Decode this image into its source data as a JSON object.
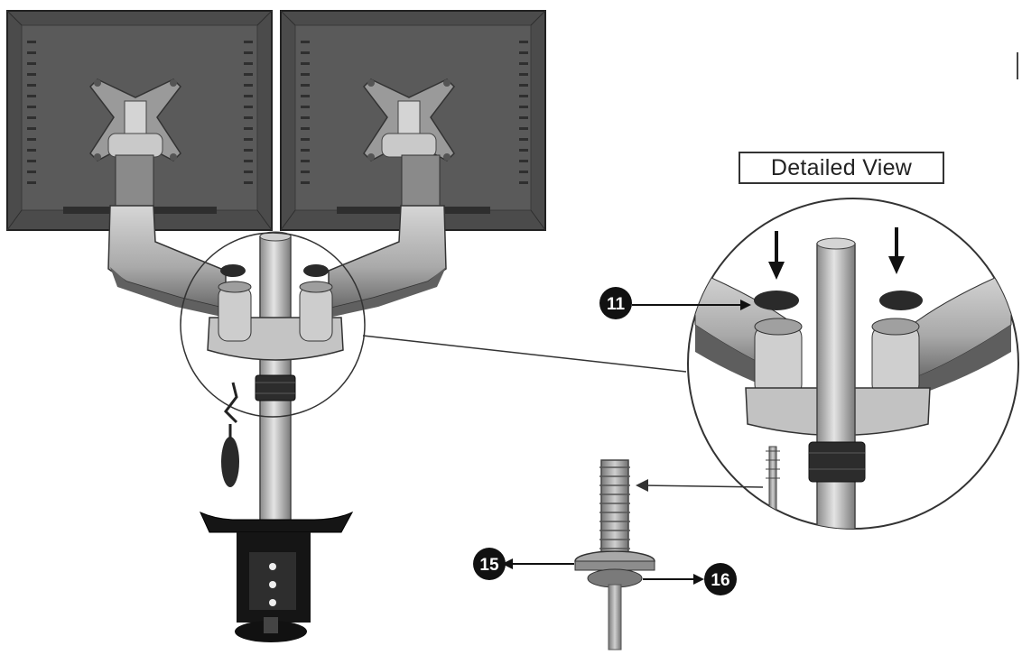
{
  "detail_view": {
    "title": "Detailed View"
  },
  "callouts": [
    {
      "id": "callout-11",
      "number": "11"
    },
    {
      "id": "callout-15",
      "number": "15"
    },
    {
      "id": "callout-16",
      "number": "16"
    }
  ],
  "colors": {
    "monitor_back": "#4b4b4b",
    "arm_silver": "#b9b9b9",
    "arm_dark": "#6f6f6f",
    "clamp_black": "#151515",
    "callout_fill": "#111111"
  }
}
